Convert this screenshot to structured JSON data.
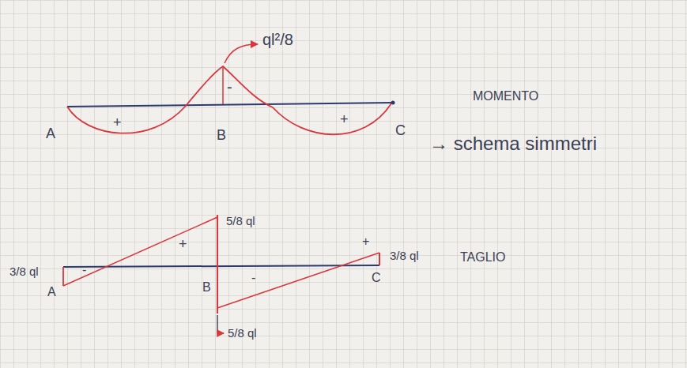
{
  "diagram": {
    "labels": [
      "ql²/8",
      "MOMENTO",
      "A",
      "B",
      "C",
      "+",
      "-",
      "+",
      "→ schema simmetri",
      "3/8 ql",
      "5/8 ql",
      "5/8 ql",
      "3/8 ql",
      "TAGLIO",
      "A",
      "B",
      "C",
      "-",
      "+",
      "-",
      "+"
    ]
  }
}
